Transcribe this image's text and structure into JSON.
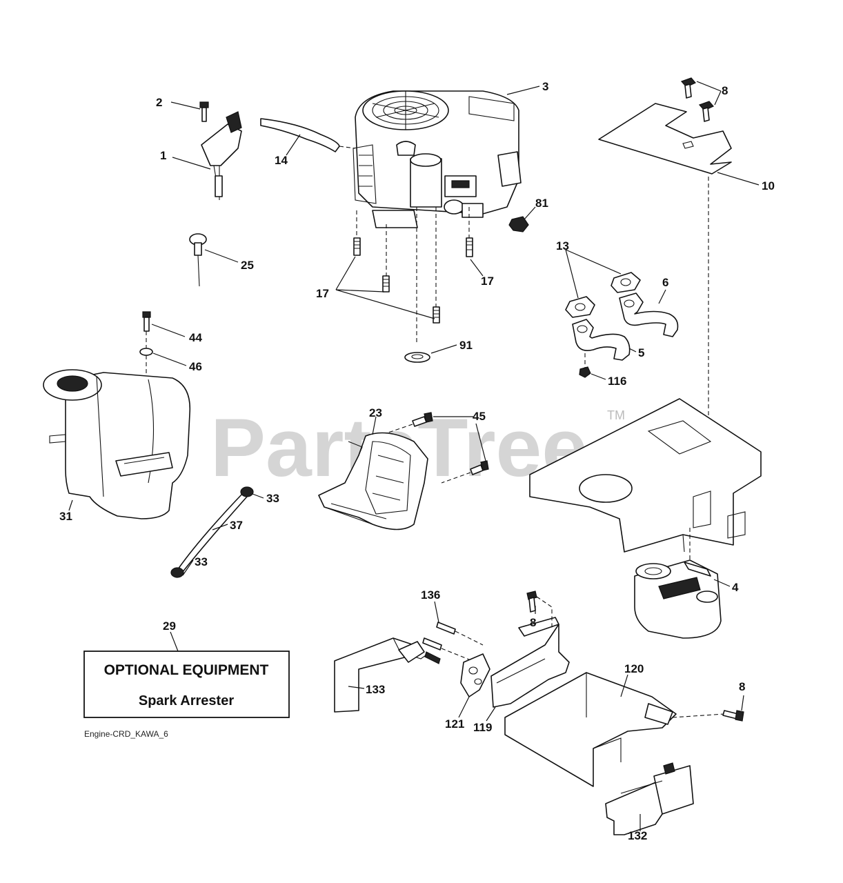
{
  "watermark": "PartsTree",
  "watermark_tm": "TM",
  "optional_box": {
    "title": "OPTIONAL EQUIPMENT",
    "subtitle": "Spark Arrester"
  },
  "diagram_code": "Engine-CRD_KAWA_6",
  "callouts": {
    "c1": "1",
    "c2": "2",
    "c3": "3",
    "c4": "4",
    "c5": "5",
    "c6": "6",
    "c8a": "8",
    "c8b": "8",
    "c8c": "8",
    "c10": "10",
    "c13": "13",
    "c14": "14",
    "c17a": "17",
    "c17b": "17",
    "c23": "23",
    "c25": "25",
    "c29": "29",
    "c31": "31",
    "c33a": "33",
    "c33b": "33",
    "c37": "37",
    "c44": "44",
    "c45": "45",
    "c46": "46",
    "c81": "81",
    "c91": "91",
    "c116": "116",
    "c119": "119",
    "c120": "120",
    "c121": "121",
    "c132": "132",
    "c133": "133",
    "c136": "136"
  }
}
